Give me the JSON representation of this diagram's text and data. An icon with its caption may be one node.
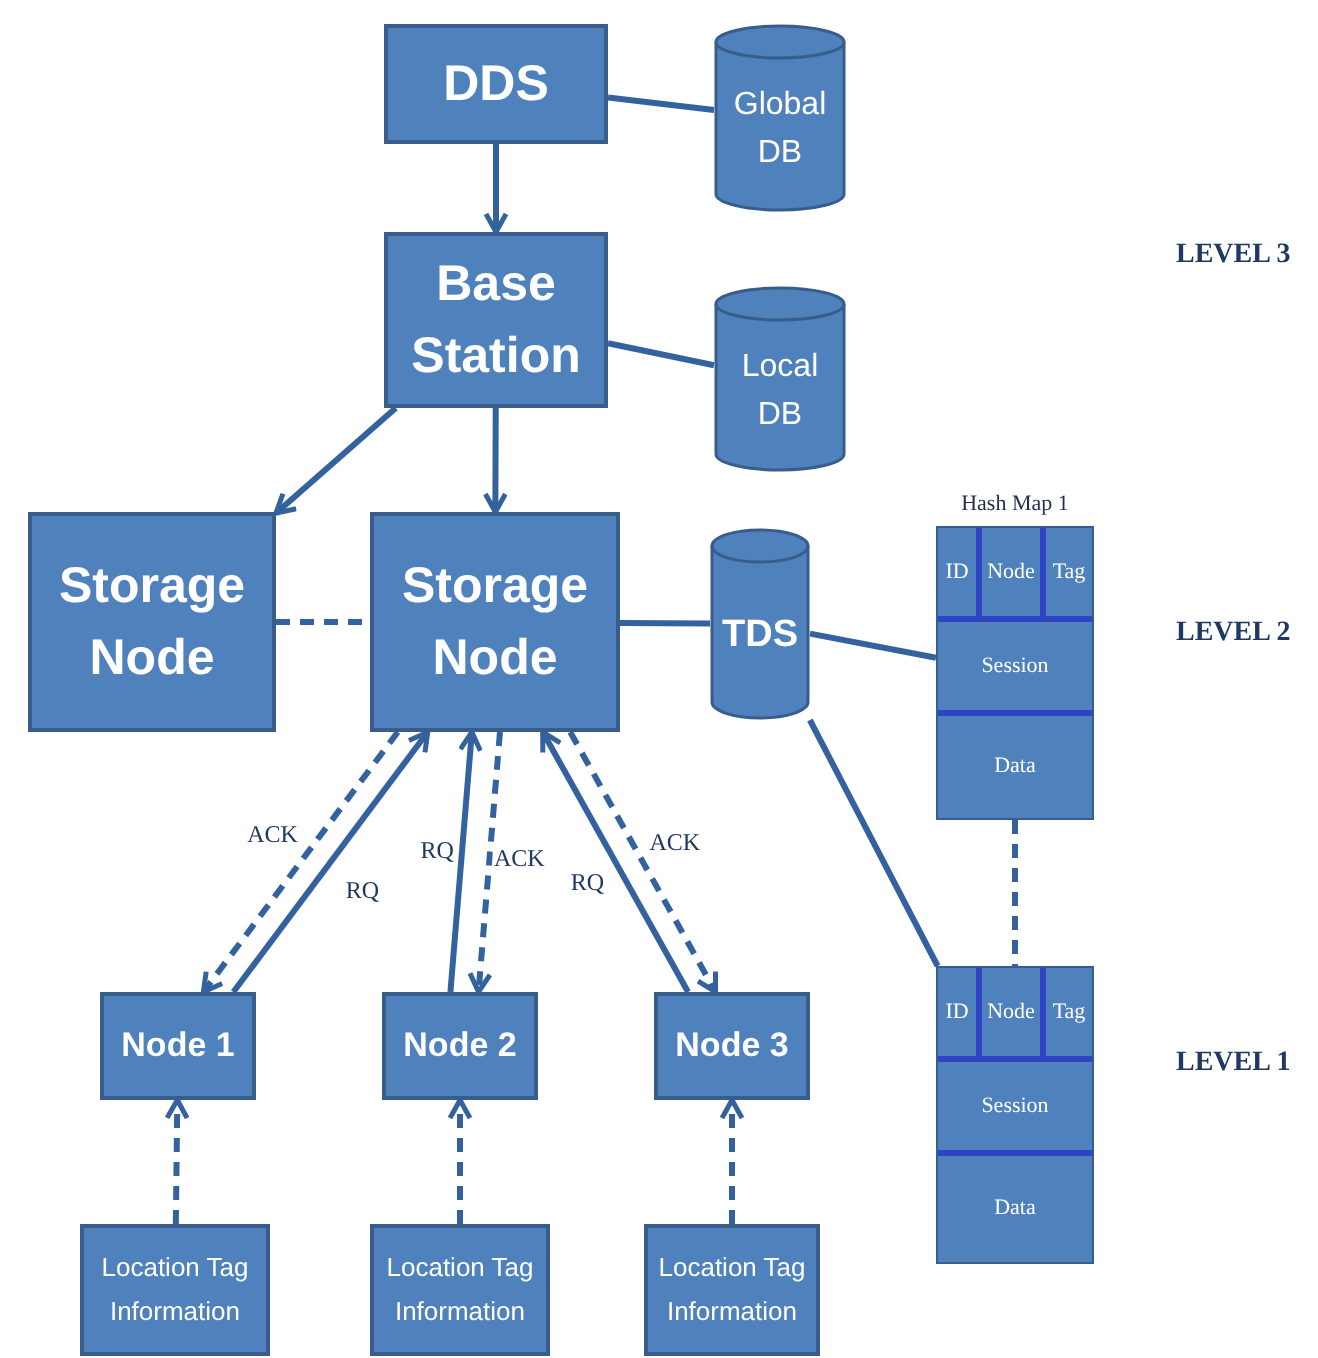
{
  "diagram": {
    "nodes": [
      {
        "text": [
          "DDS"
        ]
      },
      {
        "text": [
          "Global DB"
        ]
      },
      {
        "text": [
          "Base Station"
        ]
      },
      {
        "text": [
          "Local DB"
        ]
      },
      {
        "text": [
          "Storage Node"
        ]
      },
      {
        "text": [
          "Storage Node"
        ]
      },
      {
        "text": [
          "TDS"
        ]
      },
      {
        "text": [
          "Hash Map 1"
        ]
      },
      {
        "text": [
          "ID"
        ],
        "in": 7
      },
      {
        "text": [
          "Node"
        ],
        "in": 7
      },
      {
        "text": [
          "Tag"
        ],
        "in": 7
      },
      {
        "text": [
          "Session"
        ],
        "in": 7
      },
      {
        "text": [
          "Data"
        ],
        "in": 7
      },
      {
        "text": [],
        "shape": "box"
      },
      {
        "text": [
          "ID"
        ],
        "in": 13
      },
      {
        "text": [
          "Node"
        ],
        "in": 13
      },
      {
        "text": [
          "Tag"
        ],
        "in": 13
      },
      {
        "text": [
          "Session"
        ],
        "in": 13
      },
      {
        "text": [
          "Data"
        ],
        "in": 13
      },
      {
        "text": [
          "Node 1"
        ]
      },
      {
        "text": [
          "Node 2"
        ]
      },
      {
        "text": [
          "Node 3"
        ]
      },
      {
        "text": [
          "Location Tag Information"
        ]
      },
      {
        "text": [
          "Location Tag Information"
        ]
      },
      {
        "text": [
          "Location Tag Information"
        ]
      }
    ],
    "edges": [
      {
        "from": 0,
        "to": 1,
        "arrow": "none"
      },
      {
        "from": 0,
        "to": 2,
        "arrow": "to"
      },
      {
        "from": 2,
        "to": 3,
        "arrow": "none"
      },
      {
        "from": 2,
        "to": 4,
        "arrow": "to"
      },
      {
        "from": 2,
        "to": 5,
        "arrow": "to"
      },
      {
        "from": 4,
        "to": 5,
        "arrow": "none",
        "style": "dashed"
      },
      {
        "from": 5,
        "to": 6,
        "arrow": "none"
      },
      {
        "from": 6,
        "to": 7,
        "arrow": "none"
      },
      {
        "from": 6,
        "to": 13,
        "arrow": "none"
      },
      {
        "from": 7,
        "to": 13,
        "arrow": "none",
        "style": "dashed"
      },
      {
        "from": 19,
        "to": 5,
        "arrow": "to",
        "label": "RQ"
      },
      {
        "from": 5,
        "to": 19,
        "arrow": "to",
        "label": "ACK",
        "style": "dashed"
      },
      {
        "from": 20,
        "to": 5,
        "arrow": "to",
        "label": "RQ"
      },
      {
        "from": 5,
        "to": 20,
        "arrow": "to",
        "label": "ACK",
        "style": "dashed"
      },
      {
        "from": 21,
        "to": 5,
        "arrow": "to",
        "label": "RQ"
      },
      {
        "from": 5,
        "to": 21,
        "arrow": "to",
        "label": "ACK",
        "style": "dashed"
      },
      {
        "from": 22,
        "to": 19,
        "arrow": "to",
        "style": "dashed"
      },
      {
        "from": 23,
        "to": 20,
        "arrow": "to",
        "style": "dashed"
      },
      {
        "from": 24,
        "to": 21,
        "arrow": "to",
        "style": "dashed"
      }
    ],
    "labels": [
      "LEVEL 3",
      "LEVEL 2",
      "LEVEL 1"
    ]
  }
}
